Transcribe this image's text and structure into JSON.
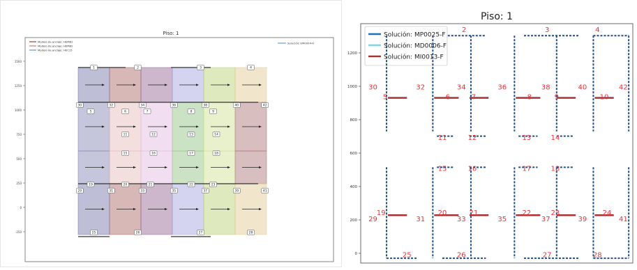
{
  "charts": {
    "left": {
      "title": "Piso: 1",
      "legend_left": [
        "Modelo de anclaje: HEMB1",
        "Modelo de anclaje: HEMB2",
        "Modelo de anclaje: HEC15"
      ],
      "legend_right": "Solución: EM0004-H",
      "y_ticks": [
        "1500",
        "1250",
        "1000",
        "750",
        "500",
        "250",
        "0",
        "-250"
      ],
      "colors": {
        "h1": "#8b1a1a",
        "h2": "#c06060",
        "h3": "#3f7fbf",
        "sol": "#4a90c8"
      },
      "regions": [
        {
          "col": 0,
          "row": 0,
          "color": "#6f6fa7"
        },
        {
          "col": 1,
          "row": 0,
          "color": "#a85f5f"
        },
        {
          "col": 2,
          "row": 0,
          "color": "#8f5f8f"
        },
        {
          "col": 3,
          "row": 0,
          "color": "#9f9fdf"
        },
        {
          "col": 4,
          "row": 0,
          "color": "#b7cf6f"
        },
        {
          "col": 5,
          "row": 0,
          "color": "#dfc78f"
        },
        {
          "col": 0,
          "row": 1,
          "color": "#7f7faf"
        },
        {
          "col": 1,
          "row": 1,
          "color": "#e7b7b7"
        },
        {
          "col": 2,
          "row": 1,
          "color": "#dfb7df"
        },
        {
          "col": 3,
          "row": 1,
          "color": "#8fbf7f"
        },
        {
          "col": 4,
          "row": 1,
          "color": "#cfdf8f"
        },
        {
          "col": 5,
          "row": 1,
          "color": "#a86f6f"
        },
        {
          "col": 0,
          "row": 2,
          "color": "#7f7faf"
        },
        {
          "col": 1,
          "row": 2,
          "color": "#e7b7b7"
        },
        {
          "col": 2,
          "row": 2,
          "color": "#dfb7df"
        },
        {
          "col": 3,
          "row": 2,
          "color": "#8fbf7f"
        },
        {
          "col": 4,
          "row": 2,
          "color": "#cfdf8f"
        },
        {
          "col": 5,
          "row": 2,
          "color": "#a86f6f"
        },
        {
          "col": 0,
          "row": 3,
          "color": "#6f6fa7"
        },
        {
          "col": 1,
          "row": 3,
          "color": "#a85f5f"
        },
        {
          "col": 2,
          "row": 3,
          "color": "#8f5f8f"
        },
        {
          "col": 3,
          "row": 3,
          "color": "#9f9fdf"
        },
        {
          "col": 4,
          "row": 3,
          "color": "#b7cf6f"
        },
        {
          "col": 5,
          "row": 3,
          "color": "#dfc78f"
        }
      ],
      "labels": [
        {
          "t": "1",
          "c": 0.5,
          "r": 0.0
        },
        {
          "t": "2",
          "c": 1.9,
          "r": 0.0
        },
        {
          "t": "3",
          "c": 3.9,
          "r": 0.0
        },
        {
          "t": "4",
          "c": 5.5,
          "r": 0.0
        },
        {
          "t": "30",
          "c": 0.05,
          "r": 0.9
        },
        {
          "t": "32",
          "c": 1.05,
          "r": 0.9
        },
        {
          "t": "34",
          "c": 2.05,
          "r": 0.9
        },
        {
          "t": "36",
          "c": 3.05,
          "r": 0.9
        },
        {
          "t": "38",
          "c": 4.05,
          "r": 0.9
        },
        {
          "t": "40",
          "c": 5.05,
          "r": 0.9
        },
        {
          "t": "42",
          "c": 5.95,
          "r": 0.9
        },
        {
          "t": "5",
          "c": 0.4,
          "r": 1.05
        },
        {
          "t": "6",
          "c": 1.5,
          "r": 1.05
        },
        {
          "t": "7",
          "c": 2.2,
          "r": 1.05
        },
        {
          "t": "8",
          "c": 3.6,
          "r": 1.05
        },
        {
          "t": "9",
          "c": 4.3,
          "r": 1.05
        },
        {
          "t": "11",
          "c": 1.5,
          "r": 1.6
        },
        {
          "t": "12",
          "c": 2.4,
          "r": 1.6
        },
        {
          "t": "13",
          "c": 3.6,
          "r": 1.6
        },
        {
          "t": "14",
          "c": 4.4,
          "r": 1.6
        },
        {
          "t": "15",
          "c": 1.5,
          "r": 2.05
        },
        {
          "t": "16",
          "c": 2.4,
          "r": 2.05
        },
        {
          "t": "17",
          "c": 3.6,
          "r": 2.05
        },
        {
          "t": "18",
          "c": 4.4,
          "r": 2.05
        },
        {
          "t": "19",
          "c": 0.4,
          "r": 2.8
        },
        {
          "t": "20",
          "c": 1.5,
          "r": 2.8
        },
        {
          "t": "21",
          "c": 2.3,
          "r": 2.8
        },
        {
          "t": "22",
          "c": 3.6,
          "r": 2.8
        },
        {
          "t": "23",
          "c": 4.3,
          "r": 2.8
        },
        {
          "t": "29",
          "c": 0.05,
          "r": 2.95
        },
        {
          "t": "31",
          "c": 1.05,
          "r": 2.95
        },
        {
          "t": "33",
          "c": 2.05,
          "r": 2.95
        },
        {
          "t": "35",
          "c": 3.05,
          "r": 2.95
        },
        {
          "t": "37",
          "c": 4.05,
          "r": 2.95
        },
        {
          "t": "39",
          "c": 5.05,
          "r": 2.95
        },
        {
          "t": "41",
          "c": 5.95,
          "r": 2.95
        },
        {
          "t": "25",
          "c": 0.5,
          "r": 3.95
        },
        {
          "t": "26",
          "c": 1.9,
          "r": 3.95
        },
        {
          "t": "27",
          "c": 3.9,
          "r": 3.95
        },
        {
          "t": "28",
          "c": 5.5,
          "r": 3.95
        }
      ]
    },
    "right": {
      "title": "Piso: 1",
      "legend": [
        {
          "label": "Solución: MP0025-F",
          "color": "#1f6fb4"
        },
        {
          "label": "Solución: MD0006-F",
          "color": "#7fd3e3"
        },
        {
          "label": "Solución: MI0013-F",
          "color": "#a83232"
        }
      ],
      "y_ticks": [
        "1200",
        "1000",
        "800",
        "600",
        "400",
        "200",
        "0"
      ],
      "label_color": "#e8333a",
      "labels": [
        {
          "t": "2",
          "x": 0.38,
          "y": 0.035
        },
        {
          "t": "3",
          "x": 0.685,
          "y": 0.035
        },
        {
          "t": "4",
          "x": 0.87,
          "y": 0.035
        },
        {
          "t": "30",
          "x": 0.045,
          "y": 0.275
        },
        {
          "t": "5",
          "x": 0.09,
          "y": 0.315
        },
        {
          "t": "32",
          "x": 0.22,
          "y": 0.275
        },
        {
          "t": "6",
          "x": 0.32,
          "y": 0.315
        },
        {
          "t": "34",
          "x": 0.37,
          "y": 0.275
        },
        {
          "t": "7",
          "x": 0.415,
          "y": 0.315
        },
        {
          "t": "36",
          "x": 0.52,
          "y": 0.275
        },
        {
          "t": "8",
          "x": 0.62,
          "y": 0.315
        },
        {
          "t": "38",
          "x": 0.68,
          "y": 0.275
        },
        {
          "t": "9",
          "x": 0.72,
          "y": 0.315
        },
        {
          "t": "40",
          "x": 0.815,
          "y": 0.275
        },
        {
          "t": "10",
          "x": 0.895,
          "y": 0.315
        },
        {
          "t": "42",
          "x": 0.965,
          "y": 0.275
        },
        {
          "t": "11",
          "x": 0.3,
          "y": 0.485
        },
        {
          "t": "12",
          "x": 0.41,
          "y": 0.485
        },
        {
          "t": "13",
          "x": 0.61,
          "y": 0.485
        },
        {
          "t": "14",
          "x": 0.715,
          "y": 0.485
        },
        {
          "t": "15",
          "x": 0.3,
          "y": 0.615
        },
        {
          "t": "16",
          "x": 0.41,
          "y": 0.615
        },
        {
          "t": "17",
          "x": 0.61,
          "y": 0.615
        },
        {
          "t": "18",
          "x": 0.715,
          "y": 0.615
        },
        {
          "t": "19",
          "x": 0.075,
          "y": 0.8
        },
        {
          "t": "29",
          "x": 0.045,
          "y": 0.825
        },
        {
          "t": "20",
          "x": 0.3,
          "y": 0.8
        },
        {
          "t": "31",
          "x": 0.22,
          "y": 0.825
        },
        {
          "t": "21",
          "x": 0.415,
          "y": 0.8
        },
        {
          "t": "33",
          "x": 0.37,
          "y": 0.825
        },
        {
          "t": "22",
          "x": 0.61,
          "y": 0.8
        },
        {
          "t": "35",
          "x": 0.52,
          "y": 0.825
        },
        {
          "t": "23",
          "x": 0.715,
          "y": 0.8
        },
        {
          "t": "37",
          "x": 0.68,
          "y": 0.825
        },
        {
          "t": "24",
          "x": 0.905,
          "y": 0.8
        },
        {
          "t": "39",
          "x": 0.815,
          "y": 0.825
        },
        {
          "t": "41",
          "x": 0.965,
          "y": 0.825
        },
        {
          "t": "25",
          "x": 0.17,
          "y": 0.975
        },
        {
          "t": "26",
          "x": 0.37,
          "y": 0.975
        },
        {
          "t": "27",
          "x": 0.685,
          "y": 0.975
        },
        {
          "t": "28",
          "x": 0.87,
          "y": 0.975
        }
      ]
    }
  }
}
